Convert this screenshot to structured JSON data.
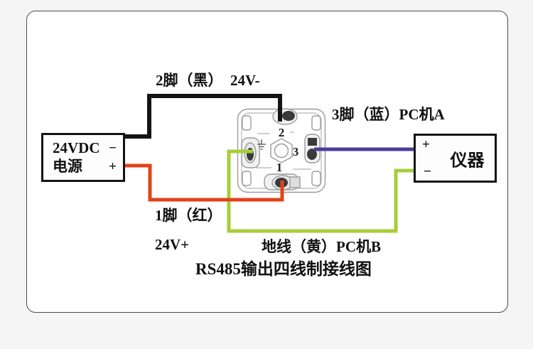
{
  "colors": {
    "background": "#f5f5f5",
    "panel_bg": "#ffffff",
    "panel_border": "#4d4d4d",
    "wire_black": "#141414",
    "wire_red": "#e04418",
    "wire_blue": "#4b3e99",
    "wire_green": "#a6ce39",
    "box_border": "#141414",
    "connector_line": "#9b9b9b",
    "text": "#111111"
  },
  "power_supply": {
    "line1": "24VDC",
    "line2": "电源",
    "terminal_neg": "−",
    "terminal_pos": "+"
  },
  "instrument": {
    "name": "仪器",
    "terminal_pos": "+",
    "terminal_neg": "−"
  },
  "connector": {
    "pin_top_label": "2",
    "pin_right_label": "3",
    "pin_bottom_label": "1"
  },
  "wire_labels": {
    "pin2_black": "2脚（黑）  24V-",
    "pin3_blue": "3脚（蓝）PC机A",
    "pin1_red": "1脚（红）",
    "supply_positive": "24V+",
    "ground_yellow": "地线（黄）PC机B"
  },
  "title": "RS485输出四线制接线图"
}
